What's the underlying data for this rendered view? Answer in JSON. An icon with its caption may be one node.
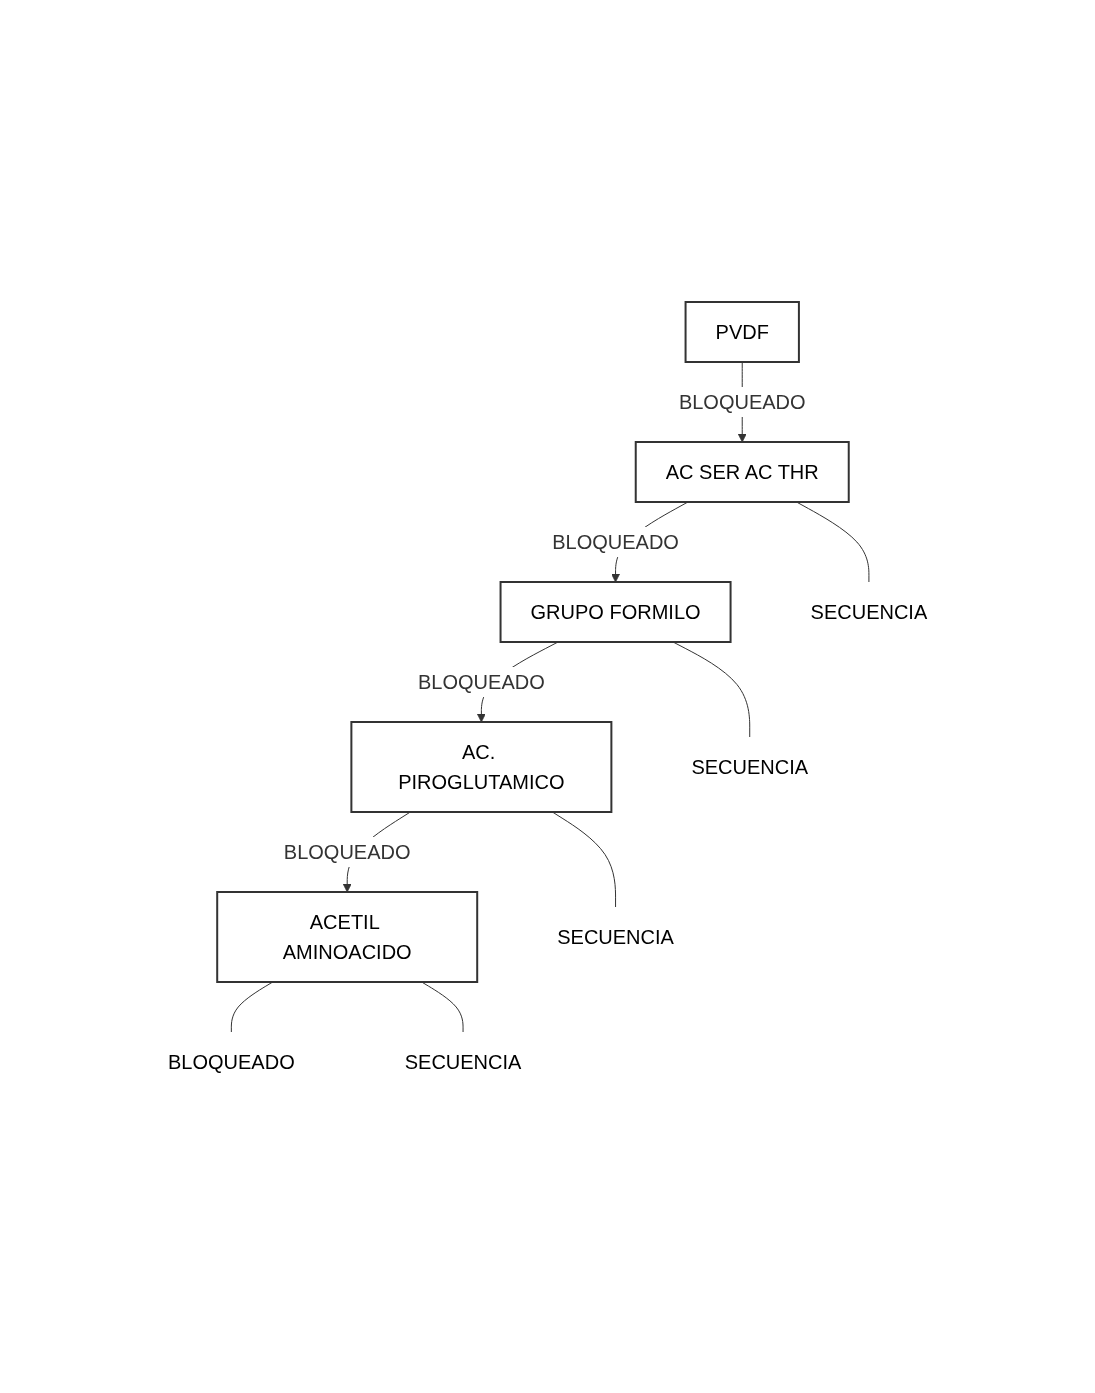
{
  "diagram": {
    "nodes": [
      {
        "text": [
          "PVDF"
        ]
      },
      {
        "text": [
          "AC SER AC THR"
        ]
      },
      {
        "text": [
          "GRUPO FORMILO"
        ]
      },
      {
        "text": [
          "SECUENCIA"
        ]
      },
      {
        "text": [
          "AC. PIROGLUTAMICO"
        ]
      },
      {
        "text": [
          "SECUENCIA"
        ]
      },
      {
        "text": [
          "ACETIL AMINOACIDO"
        ]
      },
      {
        "text": [
          "SECUENCIA"
        ]
      },
      {
        "text": [
          "BLOQUEADO"
        ]
      },
      {
        "text": [
          "SECUENCIA"
        ]
      }
    ],
    "edges": [
      {
        "from": 0,
        "to": 1,
        "arrow": "to",
        "label": "BLOQUEADO"
      },
      {
        "from": 1,
        "to": 2,
        "arrow": "to",
        "label": "BLOQUEADO"
      },
      {
        "from": 1,
        "to": 3,
        "arrow": "none"
      },
      {
        "from": 2,
        "to": 4,
        "arrow": "to",
        "label": "BLOQUEADO"
      },
      {
        "from": 2,
        "to": 5,
        "arrow": "none"
      },
      {
        "from": 4,
        "to": 6,
        "arrow": "to",
        "label": "BLOQUEADO"
      },
      {
        "from": 4,
        "to": 7,
        "arrow": "none"
      },
      {
        "from": 6,
        "to": 8,
        "arrow": "none"
      },
      {
        "from": 6,
        "to": 9,
        "arrow": "none"
      }
    ]
  }
}
